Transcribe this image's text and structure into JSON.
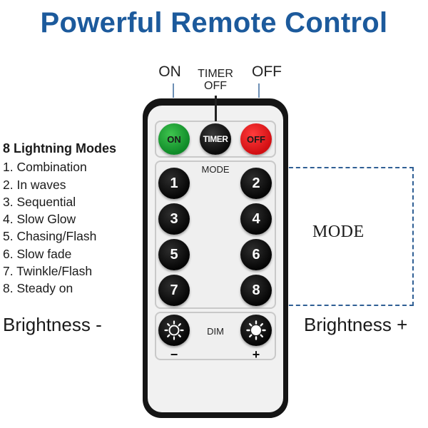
{
  "header": {
    "title": "Powerful Remote Control"
  },
  "top_labels": {
    "on": "ON",
    "timer_line1": "TIMER",
    "timer_line2": "OFF",
    "off": "OFF"
  },
  "remote": {
    "buttons_top": {
      "on": "ON",
      "timer": "TIMER",
      "off": "OFF"
    },
    "mode_caption": "MODE",
    "mode_buttons": [
      "1",
      "2",
      "3",
      "4",
      "5",
      "6",
      "7",
      "8"
    ],
    "dim_caption": "DIM",
    "minus": "−",
    "plus": "+"
  },
  "modes_list": {
    "title": "8 Lightning Modes",
    "items": [
      "1. Combination",
      "2. In waves",
      "3. Sequential",
      "4. Slow Glow",
      "5. Chasing/Flash",
      "6. Slow fade",
      "7. Twinkle/Flash",
      "8. Steady on"
    ]
  },
  "side_labels": {
    "mode": "MODE",
    "brightness_down": "Brightness -",
    "brightness_up": "Brightness +"
  },
  "colors": {
    "title": "#1c5a9c",
    "on_button": "#0f8a28",
    "off_button": "#d10e12",
    "button_dark": "#050505",
    "bracket": "#2f5f94"
  },
  "icons": {
    "brightness": "sun-icon"
  }
}
